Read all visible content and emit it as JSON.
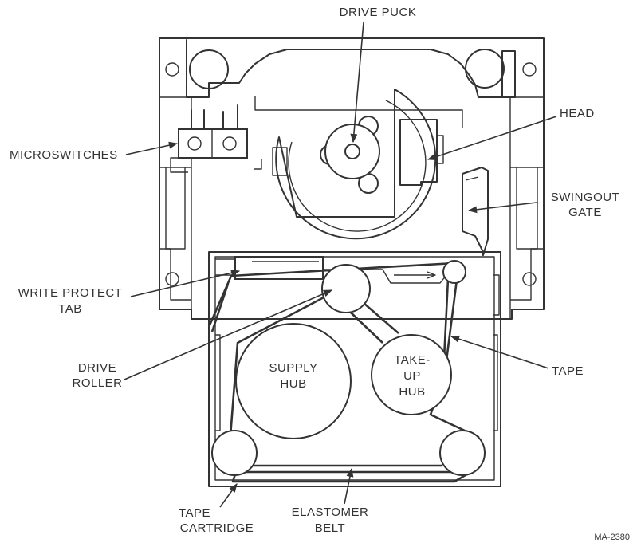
{
  "labels": {
    "drive_puck": "DRIVE PUCK",
    "head": "HEAD",
    "microswitches": "MICROSWITCHES",
    "swingout_gate_1": "SWINGOUT",
    "swingout_gate_2": "GATE",
    "write_protect_tab_1": "WRITE PROTECT",
    "write_protect_tab_2": "TAB",
    "drive_roller_1": "DRIVE",
    "drive_roller_2": "ROLLER",
    "supply_hub_1": "SUPPLY",
    "supply_hub_2": "HUB",
    "take_up_hub_1": "TAKE-",
    "take_up_hub_2": "UP",
    "take_up_hub_3": "HUB",
    "tape": "TAPE",
    "tape_cartridge_1": "TAPE",
    "tape_cartridge_2": "CARTRIDGE",
    "elastomer_belt_1": "ELASTOMER",
    "elastomer_belt_2": "BELT"
  },
  "figure_id": "MA-2380",
  "colors": {
    "ink": "#333333",
    "paper": "#ffffff"
  }
}
